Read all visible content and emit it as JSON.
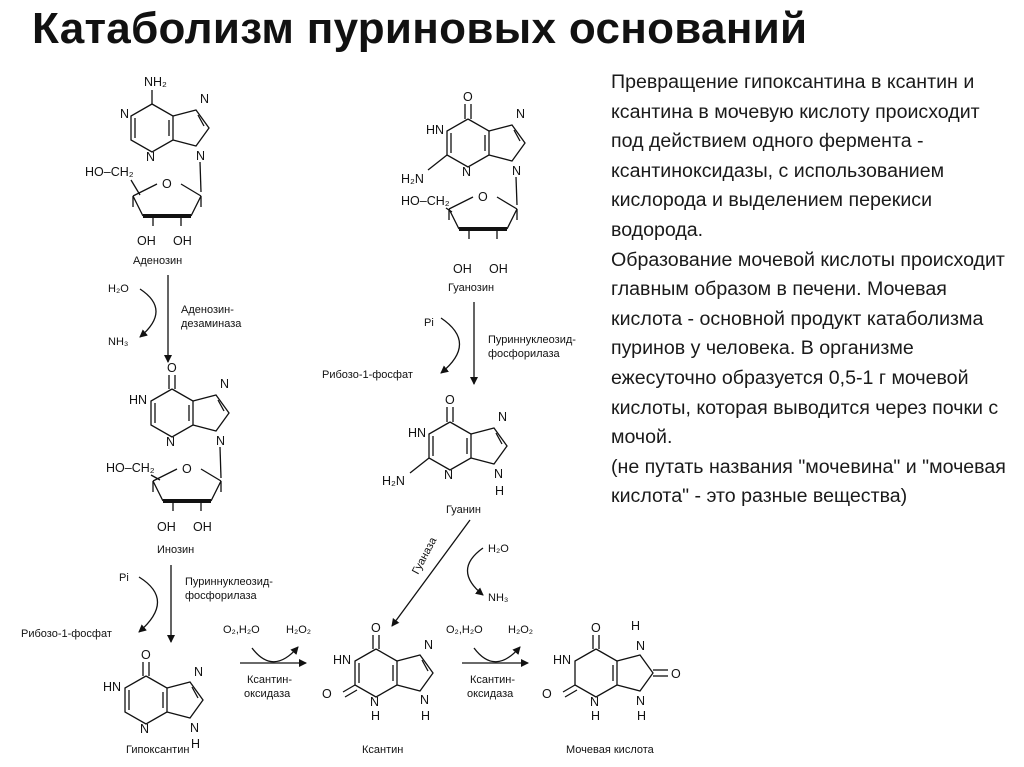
{
  "title": "Катаболизм пуриновых оснований",
  "text": {
    "p1": "Превращение гипоксантина в ксантин и ксантина в мочевую кислоту происходит под действием одного фермента - ксантиноксидазы, с использованием кислорода и выделением перекиси водорода.",
    "p2": "Образование мочевой кислоты происходит главным образом в печени. Мочевая кислота - основной продукт катаболизма пуринов у человека. В организме ежесуточно образуется 0,5-1 г мочевой кислоты, которая выводится через почки с мочой.",
    "p3": "(не путать названия \"мочевина\" и \"мочевая кислота\" - это разные вещества)"
  },
  "compounds": {
    "adenosine": "Аденозин",
    "inosine": "Инозин",
    "hypoxanthine": "Гипоксантин",
    "guanosine": "Гуанозин",
    "guanine": "Гуанин",
    "xanthine": "Ксантин",
    "uric_acid": "Мочевая кислота"
  },
  "enzymes": {
    "adenosine_deaminase_1": "Аденозин-",
    "adenosine_deaminase_2": "дезаминаза",
    "pnp_left_1": "Пуриннуклеозид-",
    "pnp_left_2": "фосфорилаза",
    "pnp_right_1": "Пуриннуклеозид-",
    "pnp_right_2": "фосфорилаза",
    "guanase": "Гуаназа",
    "xo1_1": "Ксантин-",
    "xo1_2": "оксидаза",
    "xo2_1": "Ксантин-",
    "xo2_2": "оксидаза"
  },
  "reagents": {
    "water": "H₂O",
    "ammonia": "NH₃",
    "pi": "Pi",
    "ribose_1_phosphate": "Рибозо-1-фосфат",
    "water_2": "H₂O",
    "ammonia_2": "NH₃",
    "pi_2": "Pi",
    "ribose_1_phosphate_2": "Рибозо-1-фосфат",
    "o2_h2o_1": "O₂,H₂O",
    "h2o2_1": "H₂O₂",
    "o2_h2o_2": "O₂,H₂O",
    "h2o2_2": "H₂O₂"
  },
  "atoms": {
    "nh2": "NH₂",
    "n": "N",
    "hn": "HN",
    "h": "H",
    "o": "O",
    "oh": "OH",
    "ho_ch2": "HO–CH₂",
    "h2n": "H₂N"
  }
}
